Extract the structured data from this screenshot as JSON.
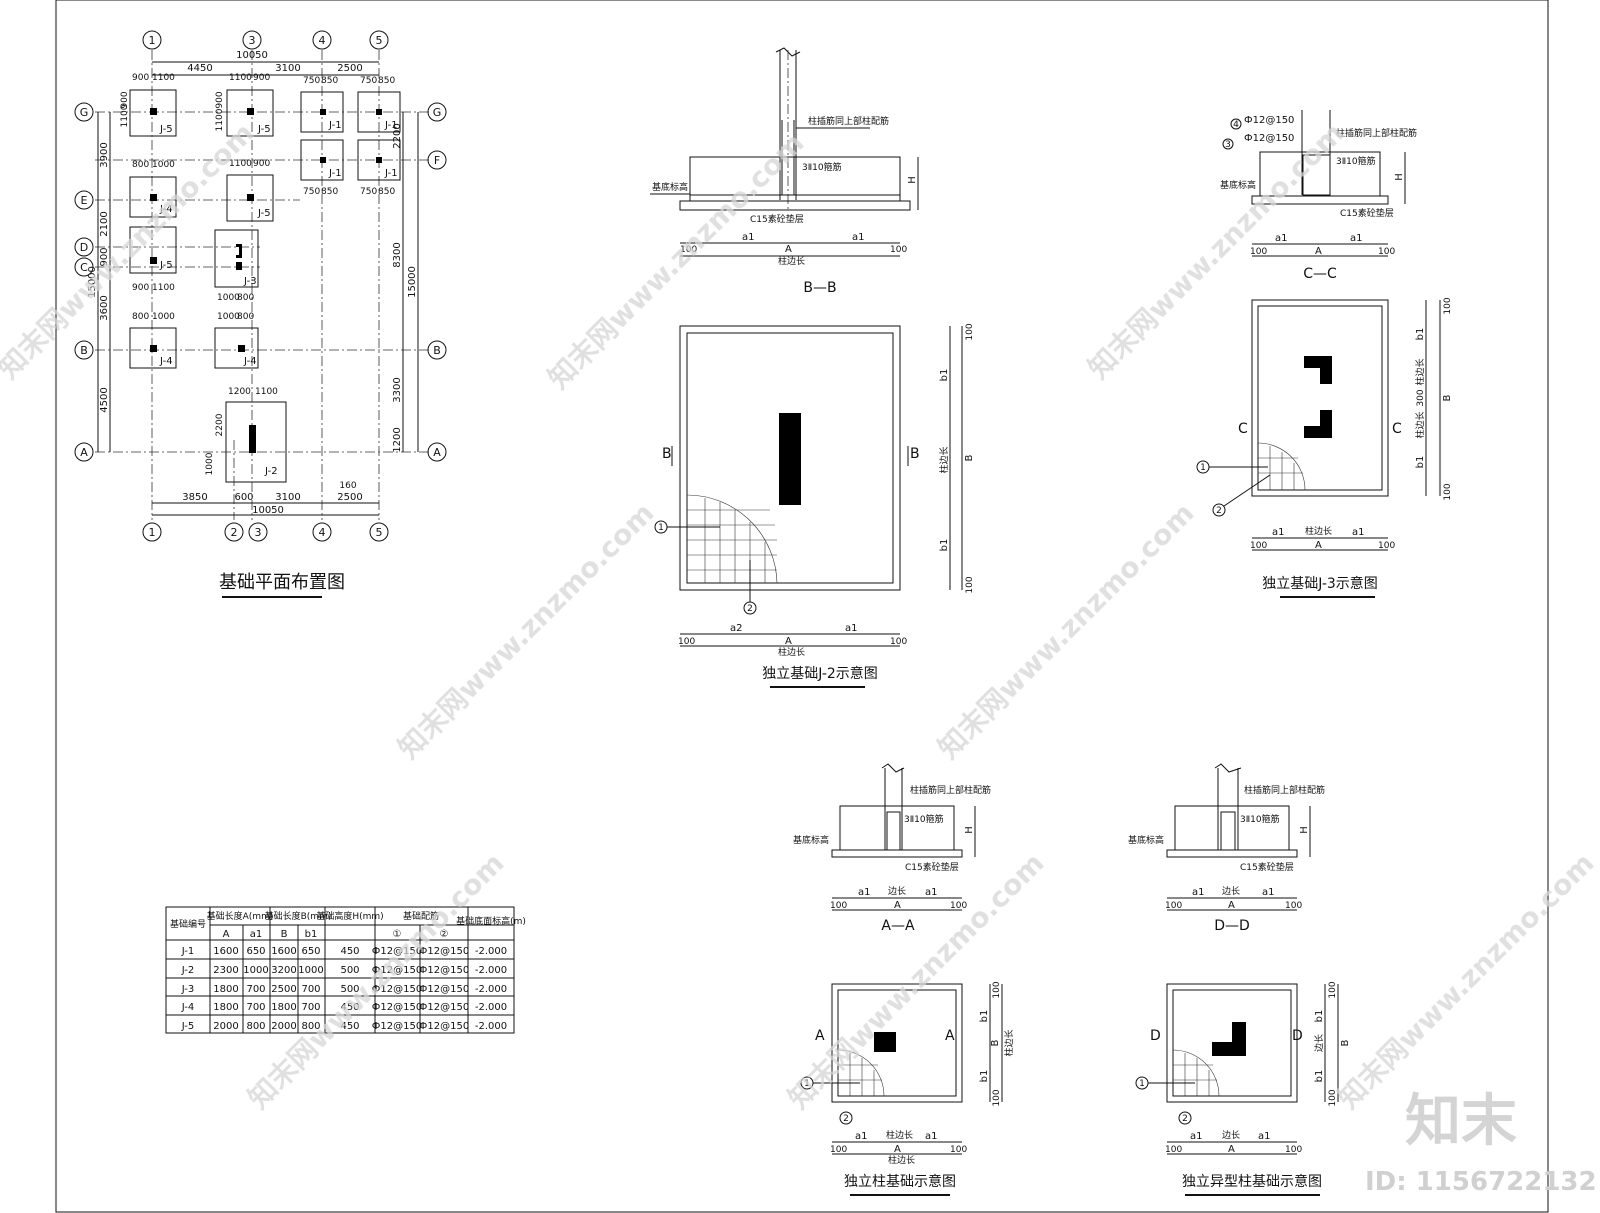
{
  "plan": {
    "title": "基础平面布置图",
    "axes_top": [
      "1",
      "3",
      "4",
      "5"
    ],
    "axes_bottom": [
      "1",
      "2",
      "3",
      "4",
      "5"
    ],
    "axes_left": [
      "G",
      "E",
      "D",
      "C",
      "B",
      "A"
    ],
    "axes_right": [
      "G",
      "F",
      "B",
      "A"
    ],
    "dims_top_total": "10050",
    "dims_top": [
      "4450",
      "3100",
      "2500"
    ],
    "dims_bottom_total": "10050",
    "dims_bottom": [
      "3850",
      "600",
      "3100",
      "2500"
    ],
    "dim_note_160": "160",
    "dims_left_outer": "15000",
    "dims_left": [
      "3900",
      "2100",
      "900",
      "3600",
      "4500"
    ],
    "dims_right_outer": "15000",
    "dims_right": [
      "2200",
      "8300",
      "3300",
      "1200"
    ],
    "footings": [
      {
        "label": "J-5",
        "d1": "900",
        "d2": "1100",
        "d3": "1100",
        "d4": "900"
      },
      {
        "label": "J-5",
        "d1": "1100",
        "d2": "900",
        "d3": "1100",
        "d4": "900"
      },
      {
        "label": "J-1",
        "d1": "750",
        "d2": "850",
        "d3": "850",
        "d4": "750"
      },
      {
        "label": "J-1",
        "d1": "750",
        "d2": "850",
        "d3": "850",
        "d4": "750"
      },
      {
        "label": "J-1",
        "d1": "750",
        "d2": "850",
        "d3": "850",
        "d4": "750"
      },
      {
        "label": "J-1",
        "d1": "750",
        "d2": "850",
        "d3": "850",
        "d4": "750"
      },
      {
        "label": "J-4",
        "d1": "800",
        "d2": "1000",
        "d3": "800",
        "d4": "1000"
      },
      {
        "label": "J-5",
        "d1": "1100",
        "d2": "900",
        "d3": "900",
        "d4": "1100"
      },
      {
        "label": "J-5",
        "d1": "900",
        "d2": "1100",
        "d3": "900",
        "d4": "1100"
      },
      {
        "label": "J-3",
        "d1": "1000",
        "d2": "800",
        "d3": "900",
        "d4": "800"
      },
      {
        "label": "J-4",
        "d1": "800",
        "d2": "1000",
        "d3": "800",
        "d4": "1000"
      },
      {
        "label": "J-4",
        "d1": "1000",
        "d2": "800",
        "d3": "800",
        "d4": "1000"
      },
      {
        "label": "J-2",
        "d1": "1200",
        "d2": "1100",
        "d3": "2200",
        "d4": "1000"
      }
    ]
  },
  "section_bb": {
    "title": "B—B",
    "note_rebar": "柱插筋同上部柱配筋",
    "note_stirrup": "3Ⅱ10箍筋",
    "note_base": "基底标高",
    "note_cushion": "C15素砼垫层",
    "dim_a1_left": "a1",
    "dim_a1_right": "a1",
    "dim_A": "A",
    "dim_col": "柱边长",
    "dim_100": "100",
    "dim_H": "H"
  },
  "plan_j2": {
    "title": "独立基础J-2示意图",
    "cut_label": "B",
    "marker_1": "1",
    "marker_2": "2",
    "dim_a2": "a2",
    "dim_a1": "a1",
    "dim_A": "A",
    "dim_col": "柱边长",
    "dim_b1": "b1",
    "dim_B": "B",
    "dim_100": "100"
  },
  "section_cc": {
    "title": "C—C",
    "rebar_4": "Ф12@150",
    "rebar_3": "Ф12@150",
    "marker_4": "4",
    "marker_3": "3",
    "note_rebar": "柱插筋同上部柱配筋",
    "note_stirrup": "3Ⅱ10箍筋",
    "note_base": "基底标高",
    "note_cushion": "C15素砼垫层",
    "dim_a1": "a1",
    "dim_A": "A",
    "dim_100": "100",
    "dim_H": "H"
  },
  "plan_j3": {
    "title": "独立基础J-3示意图",
    "cut_label": "C",
    "marker_1": "1",
    "marker_2": "2",
    "dim_a1": "a1",
    "dim_A": "A",
    "dim_col": "柱边长",
    "dim_b1": "b1",
    "dim_B": "B",
    "dim_300": "300",
    "dim_100": "100"
  },
  "section_aa": {
    "title": "A—A",
    "note_rebar": "柱插筋同上部柱配筋",
    "note_stirrup": "3Ⅱ10箍筋",
    "note_base": "基底标高",
    "note_cushion": "C15素砼垫层",
    "dim_a1": "a1",
    "dim_A": "A",
    "dim_col": "边长",
    "dim_100": "100",
    "dim_H": "H"
  },
  "section_dd": {
    "title": "D—D",
    "note_rebar": "柱插筋同上部柱配筋",
    "note_stirrup": "3Ⅱ10箍筋",
    "note_base": "基底标高",
    "note_cushion": "C15素砼垫层",
    "dim_a1": "a1",
    "dim_A": "A",
    "dim_col": "边长",
    "dim_100": "100",
    "dim_H": "H"
  },
  "plan_col": {
    "title": "独立柱基础示意图",
    "cut_label": "A",
    "marker_1": "1",
    "marker_2": "2",
    "dim_a1": "a1",
    "dim_A": "A",
    "dim_col": "柱边长",
    "dim_b1": "b1",
    "dim_B": "B",
    "dim_100": "100"
  },
  "plan_irr": {
    "title": "独立异型柱基础示意图",
    "cut_label": "D",
    "marker_1": "1",
    "marker_2": "2",
    "dim_a1": "a1",
    "dim_A": "A",
    "dim_col": "边长",
    "dim_b1": "b1",
    "dim_B": "B",
    "dim_100": "100"
  },
  "table": {
    "headers": [
      "基础编号",
      "基础长度A(mm)",
      "基础长度B(mm)",
      "基础高度H(mm)",
      "基础配筋",
      "基础底面标高(m)"
    ],
    "subheaders": [
      "A",
      "a1",
      "B",
      "b1",
      "①",
      "②"
    ],
    "rows": [
      [
        "J-1",
        "1600",
        "650",
        "1600",
        "650",
        "450",
        "Ф12@150",
        "Ф12@150",
        "-2.000"
      ],
      [
        "J-2",
        "2300",
        "1000",
        "3200",
        "1000",
        "500",
        "Ф12@150",
        "Ф12@150",
        "-2.000"
      ],
      [
        "J-3",
        "1800",
        "700",
        "2500",
        "700",
        "500",
        "Ф12@150",
        "Ф12@150",
        "-2.000"
      ],
      [
        "J-4",
        "1800",
        "700",
        "1800",
        "700",
        "450",
        "Ф12@150",
        "Ф12@150",
        "-2.000"
      ],
      [
        "J-5",
        "2000",
        "800",
        "2000",
        "800",
        "450",
        "Ф12@150",
        "Ф12@150",
        "-2.000"
      ]
    ]
  },
  "branding": {
    "watermark": "知末网www.znzmo.com",
    "logo": "知末",
    "id_text": "ID: 1156722132"
  }
}
